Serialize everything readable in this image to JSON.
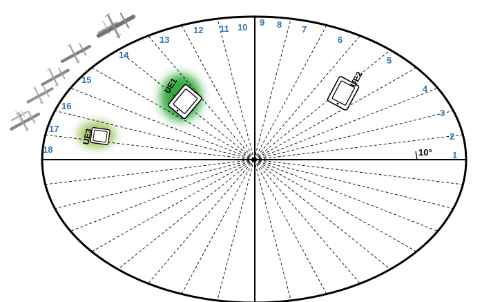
{
  "diagram": {
    "sector_labels": [
      "1",
      "2",
      "3",
      "4",
      "5",
      "6",
      "7",
      "8",
      "9",
      "10",
      "11",
      "12",
      "13",
      "14",
      "15",
      "16",
      "17",
      "18"
    ],
    "angle_label": "10°",
    "sector_count": 18,
    "sector_step_degrees": 10,
    "users": [
      {
        "label": "UE1",
        "highlight": "green"
      },
      {
        "label": "UE2",
        "highlight": "none"
      },
      {
        "label": "UE3",
        "highlight": "light-green"
      }
    ],
    "colors": {
      "sector_label": "#2e75b6",
      "ue1_glow": "#1aa12a",
      "ue3_glow": "#9cc05a",
      "outline": "#000000"
    }
  }
}
